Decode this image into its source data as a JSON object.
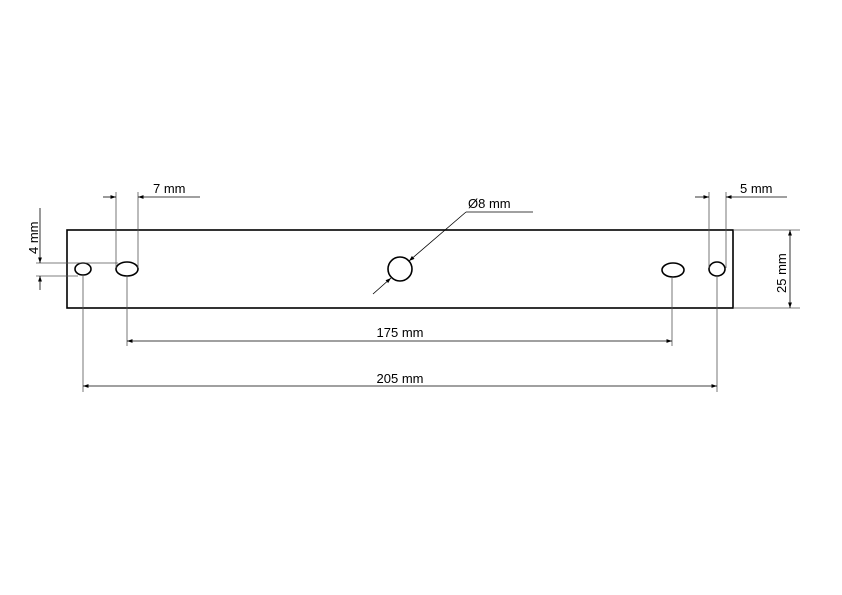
{
  "drawing": {
    "dimensions": {
      "left_hole_spacing": "7 mm",
      "right_hole_spacing": "5 mm",
      "hole_offset": "4 mm",
      "plate_height": "25 mm",
      "inner_span": "175 mm",
      "outer_span": "205 mm",
      "center_hole_diameter": "Ø8 mm"
    }
  }
}
